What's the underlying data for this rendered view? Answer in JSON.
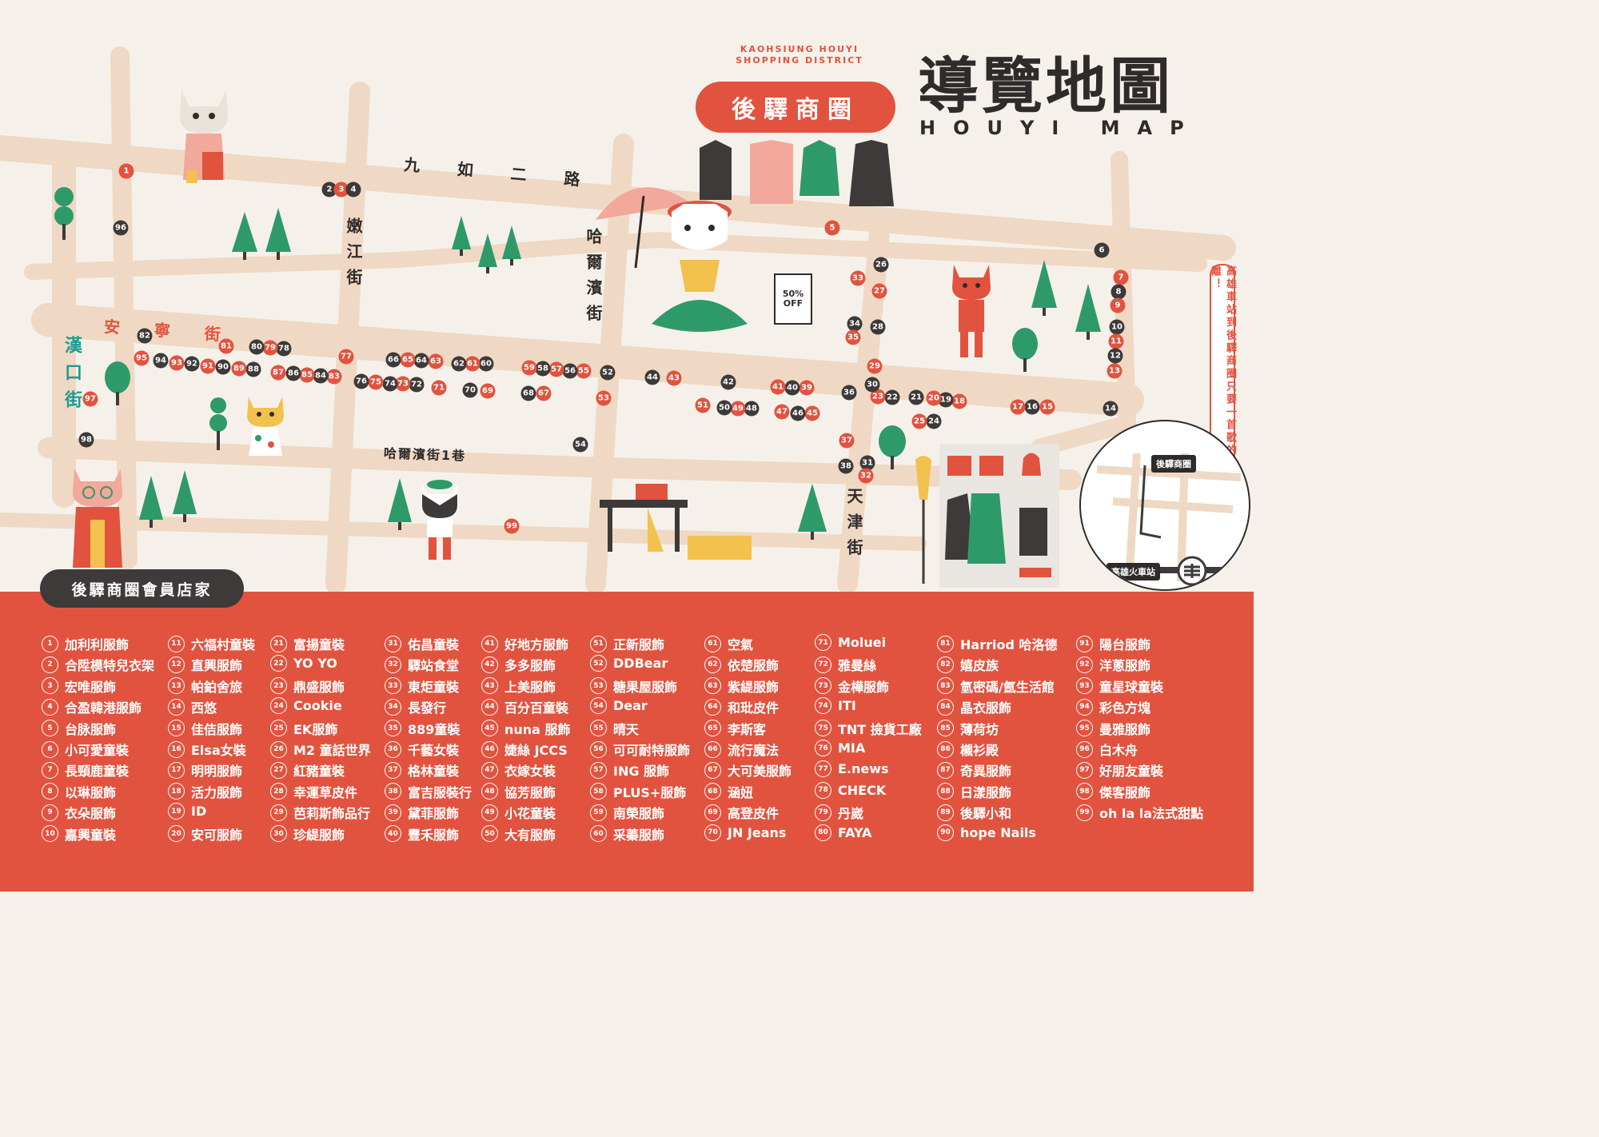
{
  "title": {
    "badge_en_line1": "KAOHSIUNG HOUYI",
    "badge_en_line2": "SHOPPING DISTRICT",
    "badge_cn": "後驛商圈",
    "main_cn": "導覽地圖",
    "main_en": "HOUYI MAP"
  },
  "side_note": "高雄車站到後驛商圈只要一首歌的距離！",
  "inset": {
    "district_label": "後驛商圈",
    "station_label": "高雄火車站"
  },
  "sale_sign": "50% OFF",
  "streets": {
    "jiuru": "九 如 二 路",
    "nenjiang": "嫩江街",
    "harbin": "哈爾濱街",
    "anning": "安 寧 街",
    "hankou": "漢口街",
    "harbin_lane": "哈爾濱街1巷",
    "tianjin": "天津街"
  },
  "markers": [
    {
      "n": "1",
      "c": "red"
    },
    {
      "n": "2",
      "c": "dark"
    },
    {
      "n": "3",
      "c": "red"
    },
    {
      "n": "4",
      "c": "dark"
    },
    {
      "n": "5",
      "c": "red"
    },
    {
      "n": "6",
      "c": "dark"
    },
    {
      "n": "7",
      "c": "red"
    },
    {
      "n": "8",
      "c": "dark"
    },
    {
      "n": "9",
      "c": "red"
    },
    {
      "n": "10",
      "c": "dark"
    },
    {
      "n": "11",
      "c": "red"
    },
    {
      "n": "12",
      "c": "dark"
    },
    {
      "n": "13",
      "c": "red"
    },
    {
      "n": "14",
      "c": "dark"
    },
    {
      "n": "15",
      "c": "red"
    },
    {
      "n": "16",
      "c": "dark"
    },
    {
      "n": "17",
      "c": "red"
    },
    {
      "n": "18",
      "c": "red"
    },
    {
      "n": "19",
      "c": "dark"
    },
    {
      "n": "20",
      "c": "red"
    },
    {
      "n": "21",
      "c": "dark"
    },
    {
      "n": "22",
      "c": "dark"
    },
    {
      "n": "23",
      "c": "red"
    },
    {
      "n": "24",
      "c": "dark"
    },
    {
      "n": "25",
      "c": "red"
    },
    {
      "n": "26",
      "c": "dark"
    },
    {
      "n": "27",
      "c": "red"
    },
    {
      "n": "28",
      "c": "dark"
    },
    {
      "n": "29",
      "c": "red"
    },
    {
      "n": "30",
      "c": "dark"
    },
    {
      "n": "31",
      "c": "dark"
    },
    {
      "n": "32",
      "c": "red"
    },
    {
      "n": "33",
      "c": "red"
    },
    {
      "n": "34",
      "c": "dark"
    },
    {
      "n": "35",
      "c": "red"
    },
    {
      "n": "36",
      "c": "dark"
    },
    {
      "n": "37",
      "c": "red"
    },
    {
      "n": "38",
      "c": "dark"
    },
    {
      "n": "39",
      "c": "red"
    },
    {
      "n": "40",
      "c": "dark"
    },
    {
      "n": "41",
      "c": "red"
    },
    {
      "n": "42",
      "c": "dark"
    },
    {
      "n": "43",
      "c": "red"
    },
    {
      "n": "44",
      "c": "dark"
    },
    {
      "n": "45",
      "c": "red"
    },
    {
      "n": "46",
      "c": "dark"
    },
    {
      "n": "47",
      "c": "red"
    },
    {
      "n": "48",
      "c": "dark"
    },
    {
      "n": "49",
      "c": "red"
    },
    {
      "n": "50",
      "c": "dark"
    },
    {
      "n": "51",
      "c": "red"
    },
    {
      "n": "52",
      "c": "dark"
    },
    {
      "n": "53",
      "c": "red"
    },
    {
      "n": "54",
      "c": "dark"
    },
    {
      "n": "55",
      "c": "red"
    },
    {
      "n": "56",
      "c": "dark"
    },
    {
      "n": "57",
      "c": "red"
    },
    {
      "n": "58",
      "c": "dark"
    },
    {
      "n": "59",
      "c": "red"
    },
    {
      "n": "60",
      "c": "dark"
    },
    {
      "n": "61",
      "c": "red"
    },
    {
      "n": "62",
      "c": "dark"
    },
    {
      "n": "63",
      "c": "red"
    },
    {
      "n": "64",
      "c": "dark"
    },
    {
      "n": "65",
      "c": "red"
    },
    {
      "n": "66",
      "c": "dark"
    },
    {
      "n": "67",
      "c": "red"
    },
    {
      "n": "68",
      "c": "dark"
    },
    {
      "n": "69",
      "c": "red"
    },
    {
      "n": "70",
      "c": "dark"
    },
    {
      "n": "71",
      "c": "red"
    },
    {
      "n": "72",
      "c": "dark"
    },
    {
      "n": "73",
      "c": "red"
    },
    {
      "n": "74",
      "c": "dark"
    },
    {
      "n": "75",
      "c": "red"
    },
    {
      "n": "76",
      "c": "dark"
    },
    {
      "n": "77",
      "c": "red"
    },
    {
      "n": "78",
      "c": "dark"
    },
    {
      "n": "79",
      "c": "red"
    },
    {
      "n": "80",
      "c": "dark"
    },
    {
      "n": "81",
      "c": "red"
    },
    {
      "n": "82",
      "c": "dark"
    },
    {
      "n": "83",
      "c": "red"
    },
    {
      "n": "84",
      "c": "dark"
    },
    {
      "n": "85",
      "c": "red"
    },
    {
      "n": "86",
      "c": "dark"
    },
    {
      "n": "87",
      "c": "red"
    },
    {
      "n": "88",
      "c": "dark"
    },
    {
      "n": "89",
      "c": "red"
    },
    {
      "n": "90",
      "c": "dark"
    },
    {
      "n": "91",
      "c": "red"
    },
    {
      "n": "92",
      "c": "dark"
    },
    {
      "n": "93",
      "c": "red"
    },
    {
      "n": "94",
      "c": "dark"
    },
    {
      "n": "95",
      "c": "red"
    },
    {
      "n": "96",
      "c": "dark"
    },
    {
      "n": "97",
      "c": "red"
    },
    {
      "n": "98",
      "c": "dark"
    },
    {
      "n": "99",
      "c": "red"
    }
  ],
  "members_title": "後驛商圈會員店家",
  "stores": [
    "加利利服飾",
    "合陞模特兒衣架",
    "宏唯服飾",
    "合盈韓港服飾",
    "台脉服飾",
    "小可愛童裝",
    "長頸鹿童裝",
    "以琳服飾",
    "衣朵服飾",
    "嘉興童裝",
    "六福村童裝",
    "直興服飾",
    "帕鉑舍旅",
    "西悠",
    "佳佶服飾",
    "Elsa女裝",
    "明明服飾",
    "活力服飾",
    "ID",
    "安可服飾",
    "富揚童裝",
    "YO YO",
    "鼎盛服飾",
    "Cookie",
    "EK服飾",
    "M2 童話世界",
    "紅豬童裝",
    "幸運草皮件",
    "芭莉斯飾品行",
    "珍緹服飾",
    "佑昌童裝",
    "驛站食堂",
    "東炬童裝",
    "長發行",
    "889童裝",
    "千藝女裝",
    "格林童裝",
    "富吉服裝行",
    "黛菲服飾",
    "豐禾服飾",
    "好地方服飾",
    "多多服飾",
    "上美服飾",
    "百分百童裝",
    "nuna 服飾",
    "婕絲 JCCS",
    "衣嫁女裝",
    "協芳服飾",
    "小花童裝",
    "大有服飾",
    "正新服飾",
    "DDBear",
    "糖果屋服飾",
    "Dear",
    "晴天",
    "可可耐特服飾",
    "ING 服飾",
    "PLUS+服飾",
    "南榮服飾",
    "采蓁服飾",
    "空氣",
    "依楚服飾",
    "紫緹服飾",
    "和玭皮件",
    "李斯客",
    "流行魔法",
    "大可美服飾",
    "涵妞",
    "高登皮件",
    "JN Jeans",
    "Moluei",
    "雅曼絲",
    "金樺服飾",
    "ITI",
    "TNT 撿貨工廠",
    "MIA",
    "E.news",
    "CHECK",
    "丹崴",
    "FAYA",
    "Harriod 哈洛德",
    "嬉皮族",
    "氫密碼/氬生活館",
    "晶衣服飾",
    "薄荷坊",
    "櫬衫殿",
    "奇異服飾",
    "日漾服飾",
    "後驛小和",
    "hope Nails",
    "陽台服飾",
    "洋蔥服飾",
    "童星球童裝",
    "彩色方塊",
    "曼雅服飾",
    "白木舟",
    "好朋友童裝",
    "傑客服飾",
    "oh la la法式甜點"
  ],
  "colors": {
    "accent": "#e2533f",
    "dark": "#3d3a39",
    "road": "#efd9c4",
    "background": "#f5f1ea",
    "teal": "#1b9b96",
    "tree": "#2e9a6a"
  }
}
